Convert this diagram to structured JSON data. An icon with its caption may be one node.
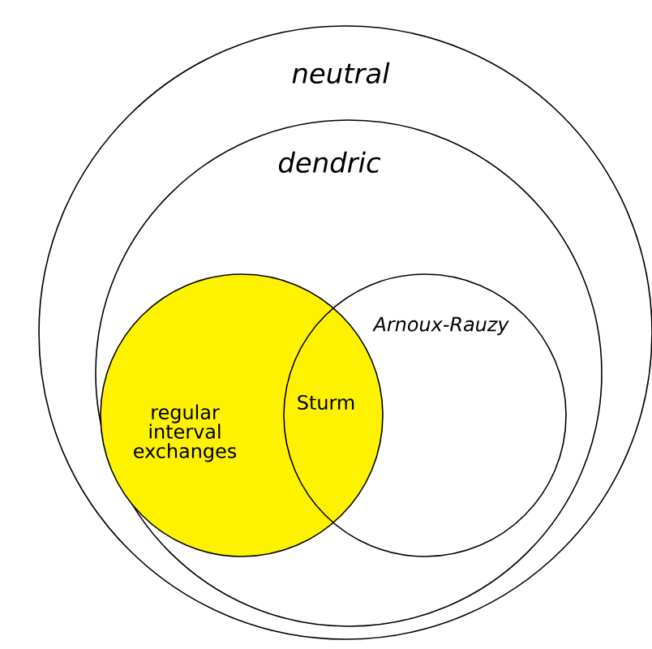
{
  "diagram": {
    "nodes": [
      {
        "text": [
          "neutral"
        ]
      },
      {
        "text": [
          "dendric"
        ],
        "in": 0
      },
      {
        "text": [
          "regular interval exchanges"
        ],
        "in": 1
      },
      {
        "text": [
          "Arnoux-Rauzy"
        ],
        "in": 1
      }
    ],
    "labels": [
      "Sturm"
    ]
  }
}
